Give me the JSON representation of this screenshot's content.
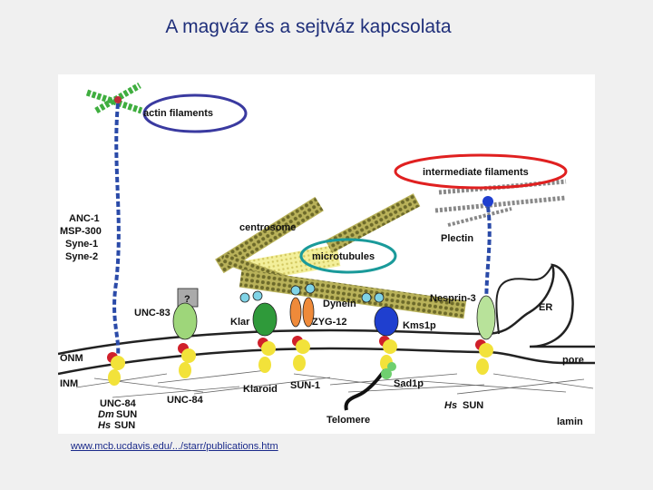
{
  "title": "A magváz és a sejtváz kapcsolata",
  "source_link": "www.mcb.ucdavis.edu/.../starr/publications.htm",
  "labels": {
    "actin": "actin filaments",
    "intermediate": "intermediate filaments",
    "anc1": "ANC-1",
    "msp300": "MSP-300",
    "syne1": "Syne-1",
    "syne2": "Syne-2",
    "centrosome": "centrosome",
    "plectin": "Plectin",
    "microtubules": "microtubules",
    "question": "?",
    "unc83": "UNC-83",
    "dynein": "Dynein",
    "nesprin3": "Nesprin-3",
    "er": "ER",
    "klar": "Klar",
    "zyg12": "ZYG-12",
    "kms1p": "Kms1p",
    "onm": "ONM",
    "inm": "INM",
    "pore": "pore",
    "unc84_left": "UNC-84",
    "dm": "Dm",
    "sun": "SUN",
    "hs": "Hs",
    "sun2": "SUN",
    "unc84_mid": "UNC-84",
    "klaroid": "Klaroid",
    "sun1": "SUN-1",
    "sad1p": "Sad1p",
    "hs_sun_right": "Hs",
    "hs_sun_right_word": "SUN",
    "telomere": "Telomere",
    "lamin": "lamin"
  },
  "colors": {
    "title": "#1f2f7a",
    "actin_ellipse": "#3a3aa0",
    "intermediate_ellipse": "#e02020",
    "microtubules_ellipse": "#1a9a9a",
    "actin_green": "#3fae3f",
    "chain_blue": "#2a4aa8",
    "unc83_green": "#9ed67a",
    "klar_green": "#2f9a3a",
    "zyg12_orange": "#ef8a3a",
    "kms1p_blue": "#1f3fcf",
    "sun_yellow": "#f2e23a",
    "kash_red": "#d0202a",
    "nesprin3_green": "#b8e29a",
    "link": "#1a2a8a"
  }
}
